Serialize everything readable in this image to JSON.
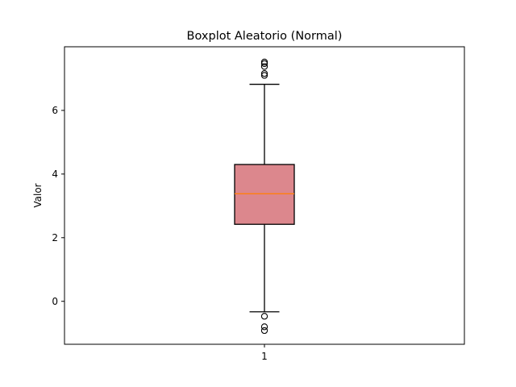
{
  "chart_data": {
    "type": "boxplot",
    "title": "Boxplot Aleatorio (Normal)",
    "xlabel": "",
    "ylabel": "Valor",
    "categories": [
      "1"
    ],
    "ylim": [
      -1.35,
      8.0
    ],
    "yticks": [
      0,
      2,
      4,
      6
    ],
    "grid": false,
    "boxes": [
      {
        "category": "1",
        "q1": 2.42,
        "median": 3.38,
        "q3": 4.3,
        "whisker_low": -0.33,
        "whisker_high": 6.82,
        "outliers": [
          7.52,
          7.47,
          7.38,
          7.16,
          7.1,
          -0.47,
          -0.8,
          -0.92
        ]
      }
    ],
    "colors": {
      "box_fill": "#dc878d",
      "box_edge": "#000000",
      "median": "#ff7f0e",
      "whisker": "#000000",
      "outlier": "#000000"
    }
  }
}
